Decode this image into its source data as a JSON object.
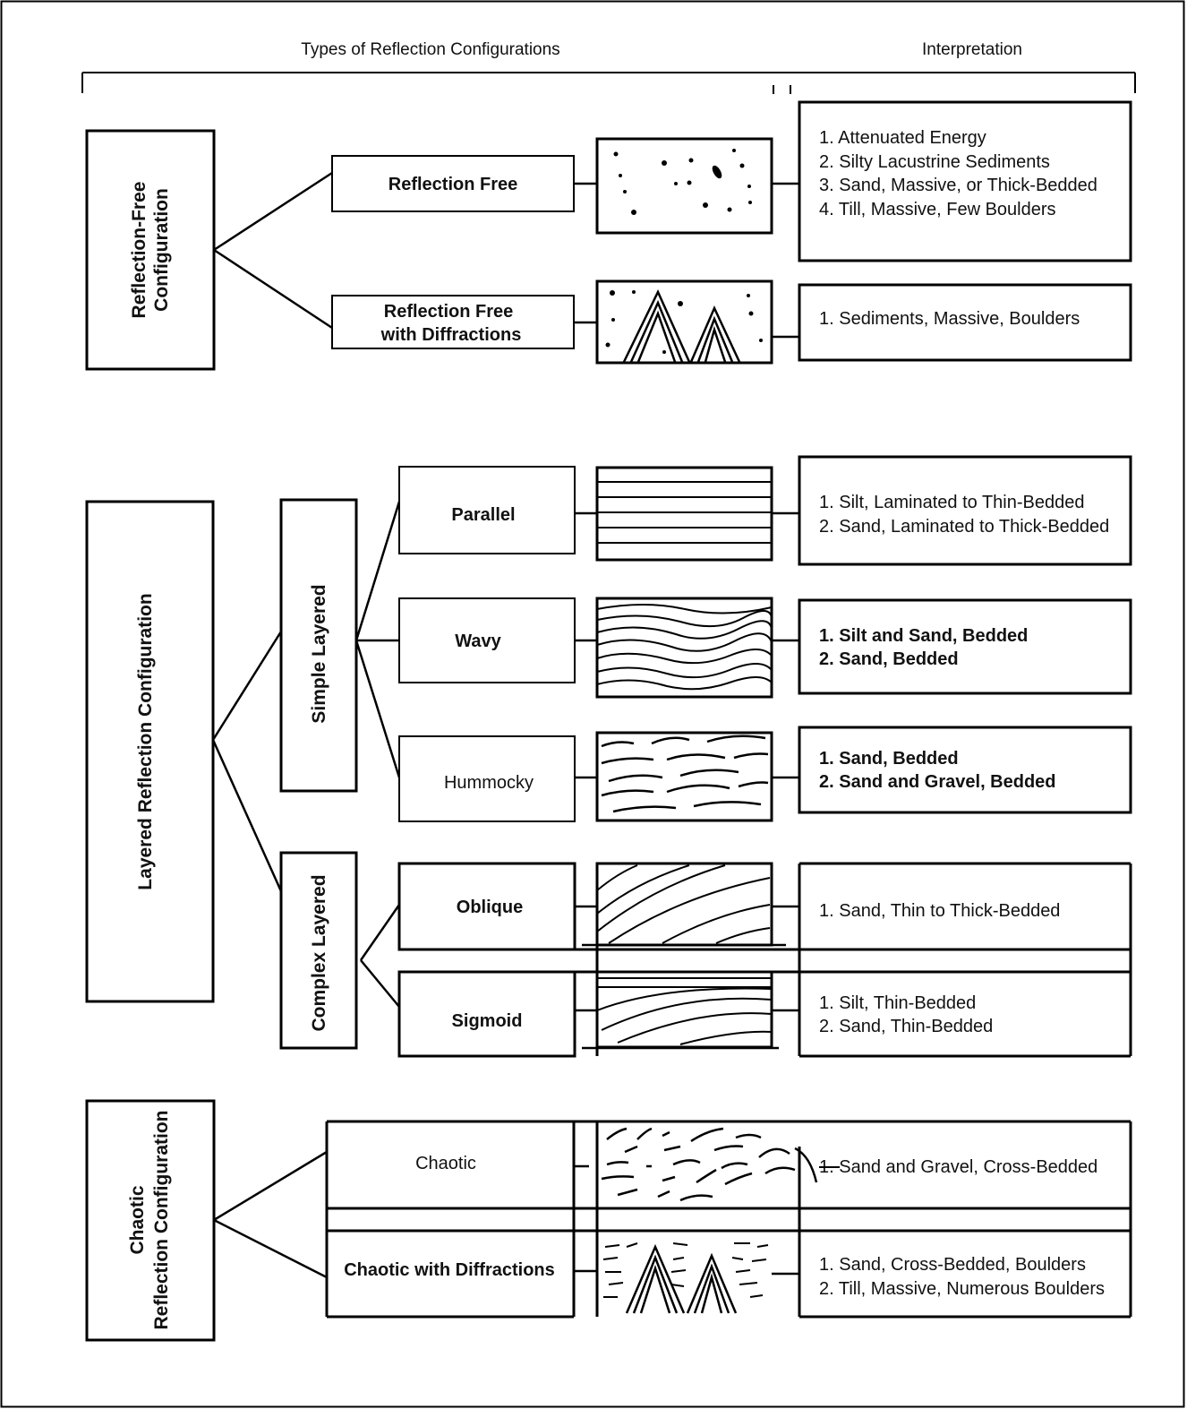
{
  "header": {
    "types_title": "Types of Reflection Configurations",
    "interpretation_title": "Interpretation"
  },
  "categories": {
    "reflection_free": {
      "line1": "Reflection-Free",
      "line2": "Configuration"
    },
    "layered": "Layered Reflection Configuration",
    "chaotic": {
      "line1": "Chaotic",
      "line2": "Reflection Configuration"
    }
  },
  "subcategories": {
    "simple_layered": "Simple Layered",
    "complex_layered": "Complex Layered"
  },
  "types": {
    "reflection_free": "Reflection Free",
    "reflection_free_diffractions": {
      "line1": "Reflection Free",
      "line2": "with Diffractions"
    },
    "parallel": "Parallel",
    "wavy": "Wavy",
    "hummocky": "Hummocky",
    "oblique": "Oblique",
    "sigmoid": "Sigmoid",
    "chaotic": "Chaotic",
    "chaotic_diffractions": "Chaotic with Diffractions"
  },
  "interpretations": {
    "reflection_free": [
      "1. Attenuated Energy",
      "2. Silty Lacustrine Sediments",
      "3. Sand, Massive, or Thick-Bedded",
      "4. Till, Massive, Few Boulders"
    ],
    "reflection_free_diffractions": [
      "1. Sediments, Massive, Boulders"
    ],
    "parallel": [
      "1. Silt, Laminated to Thin-Bedded",
      "2. Sand, Laminated to Thick-Bedded"
    ],
    "wavy": [
      "1. Silt and Sand, Bedded",
      "2. Sand, Bedded"
    ],
    "hummocky": [
      "1. Sand, Bedded",
      "2. Sand and Gravel, Bedded"
    ],
    "oblique": [
      "1.  Sand,  Thin  to  Thick-Bedded"
    ],
    "sigmoid": [
      "1. Silt, Thin-Bedded",
      "2. Sand, Thin-Bedded"
    ],
    "chaotic": [
      "1. Sand and Gravel, Cross-Bedded"
    ],
    "chaotic_diffractions": [
      "1.  Sand,  Cross-Bedded,  Boulders",
      "2. Till, Massive, Numerous Boulders"
    ]
  }
}
